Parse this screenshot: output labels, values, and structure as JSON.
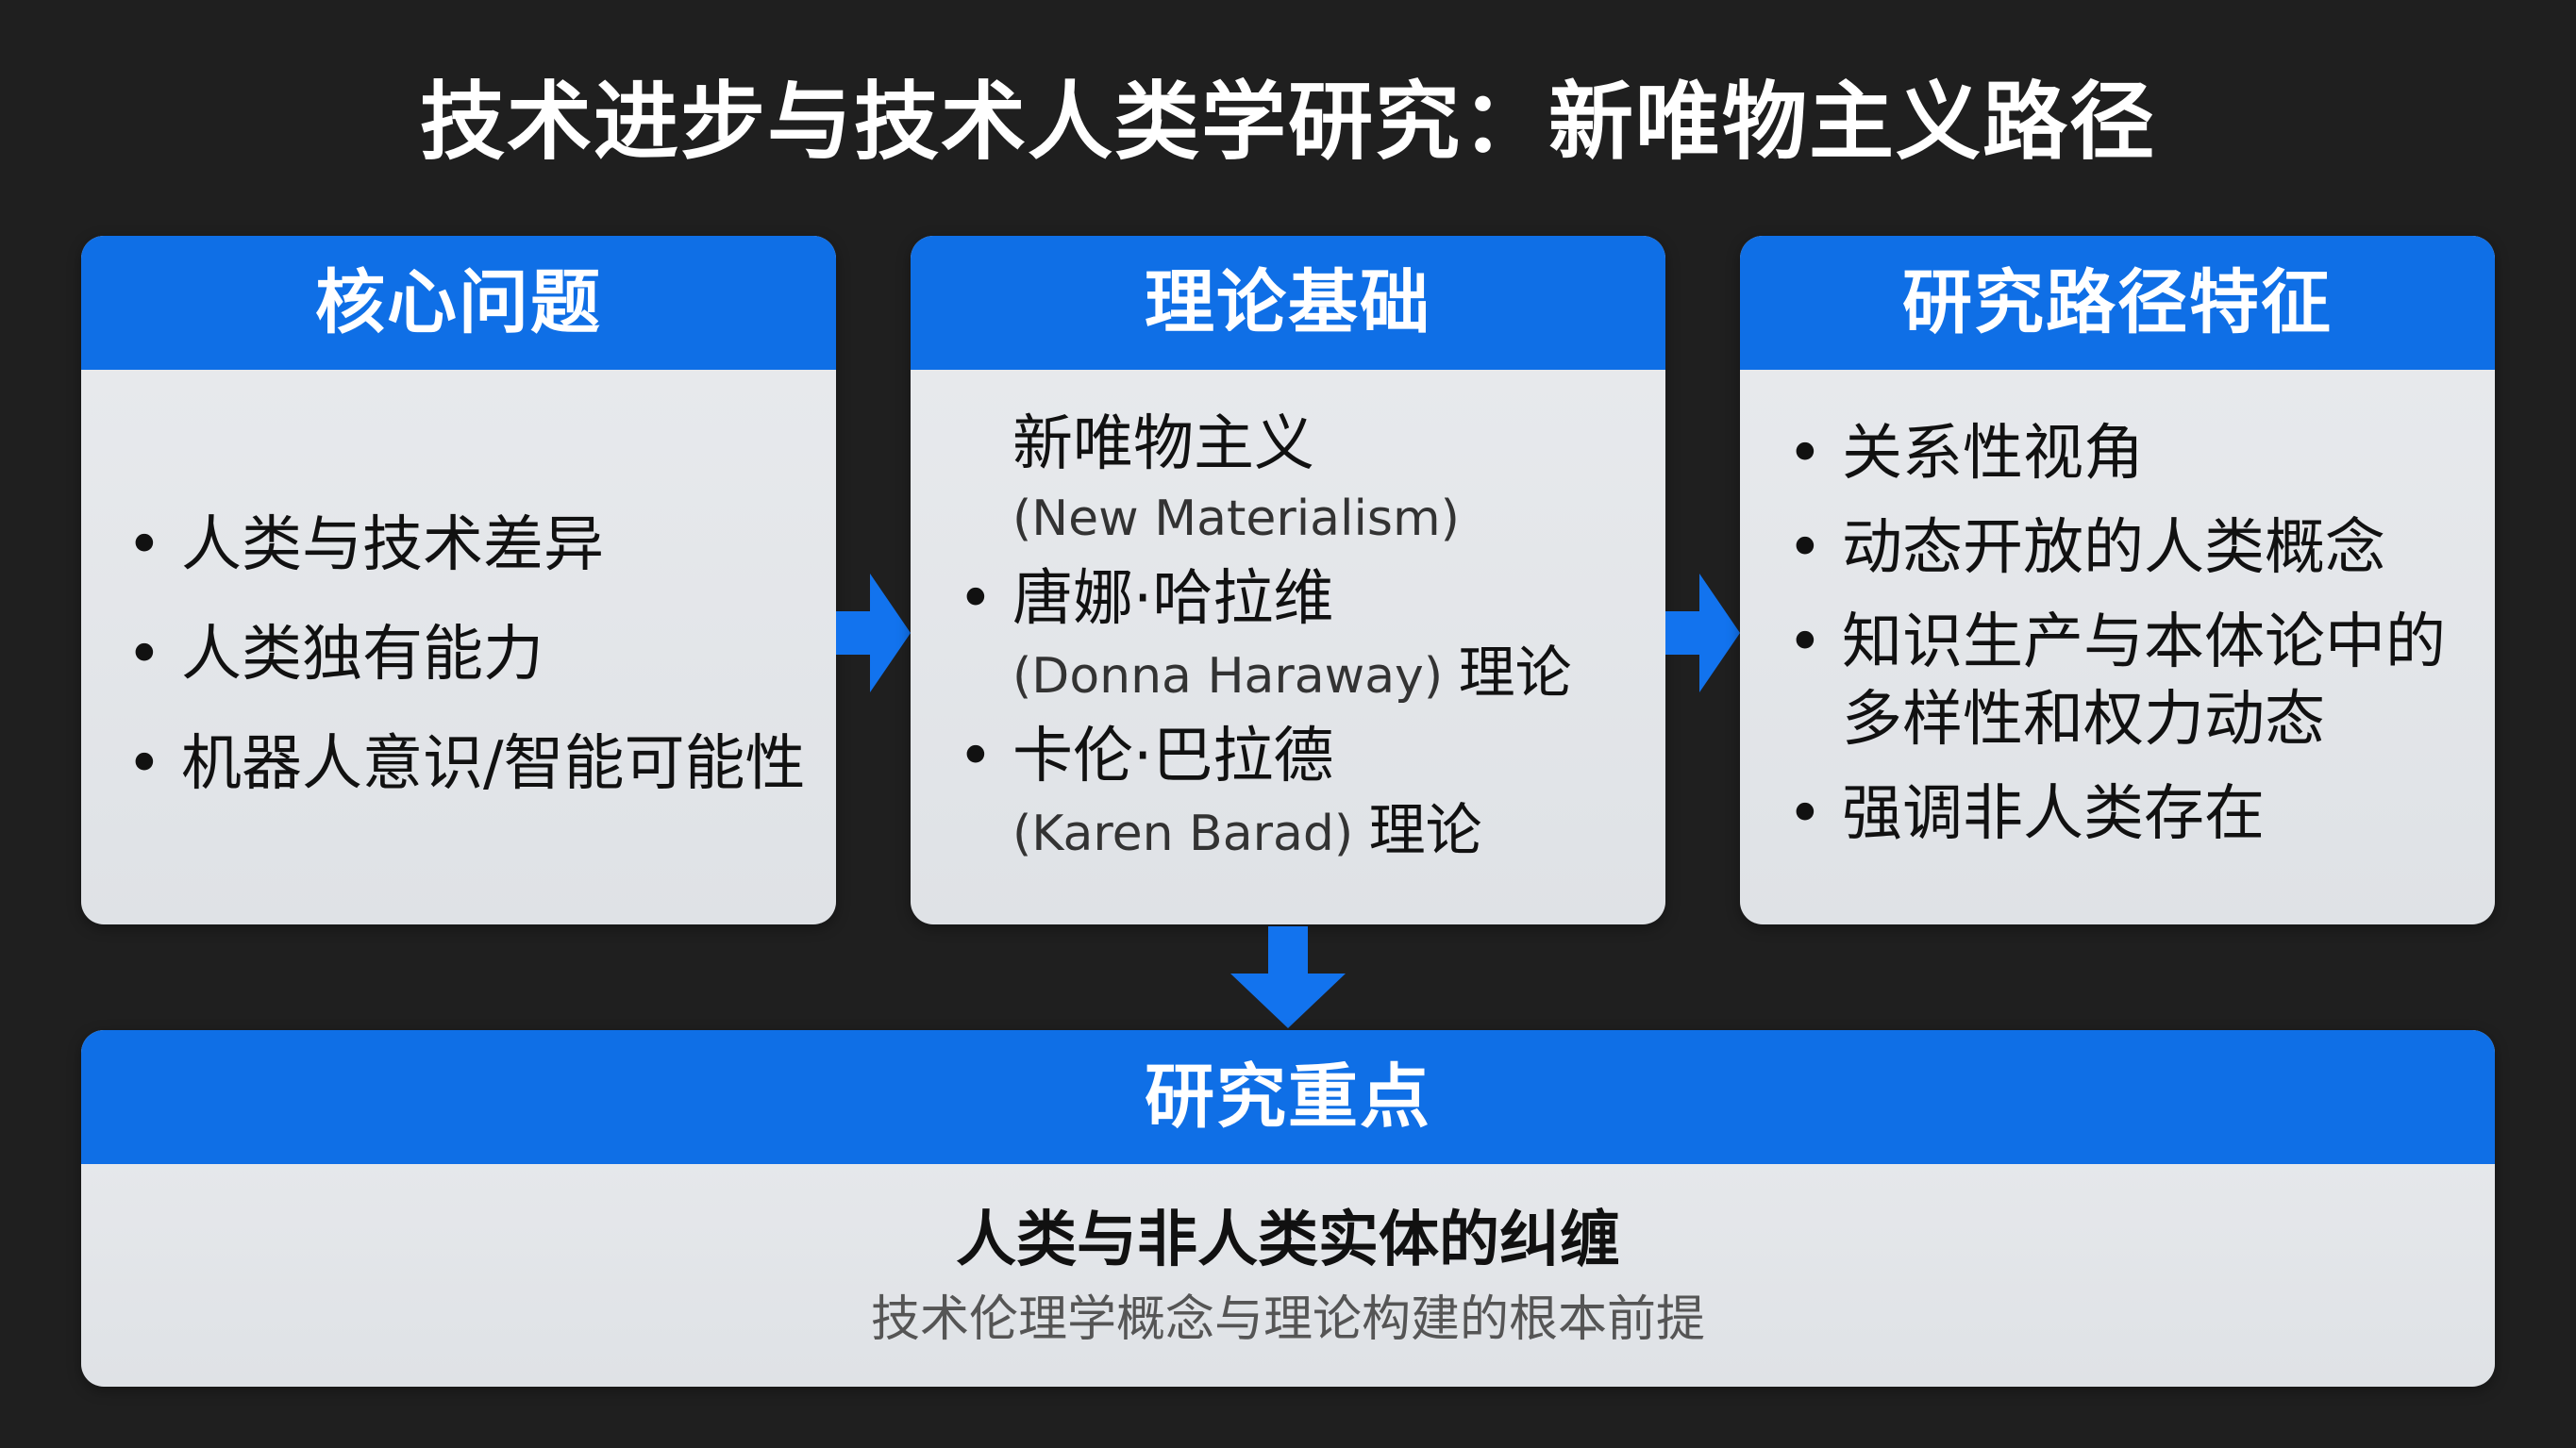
{
  "title": "技术进步与技术人类学研究：新唯物主义路径",
  "colors": {
    "background": "#1f1f1f",
    "header_blue": "#0f6fe6",
    "panel_body": "#e4e6e9",
    "arrow_blue": "#1273ee"
  },
  "panels": {
    "core": {
      "header": "核心问题",
      "items": [
        "人类与技术差异",
        "人类独有能力",
        "机器人意识/智能可能性"
      ]
    },
    "theory": {
      "header": "理论基础",
      "items": [
        {
          "main": "新唯物主义",
          "sub": "(New Materialism)",
          "sub_cn": ""
        },
        {
          "main": "唐娜·哈拉维",
          "sub": "(Donna Haraway)",
          "sub_cn": "理论"
        },
        {
          "main": "卡伦·巴拉德",
          "sub": "(Karen Barad)",
          "sub_cn": "理论"
        }
      ]
    },
    "path": {
      "header": "研究路径特征",
      "items": [
        "关系性视角",
        "动态开放的人类概念",
        "知识生产与本体论中的多样性和权力动态",
        "强调非人类存在"
      ]
    },
    "focus": {
      "header": "研究重点",
      "main": "人类与非人类实体的纠缠",
      "sub": "技术伦理学概念与理论构建的根本前提"
    }
  },
  "bullet_symbol": "•"
}
